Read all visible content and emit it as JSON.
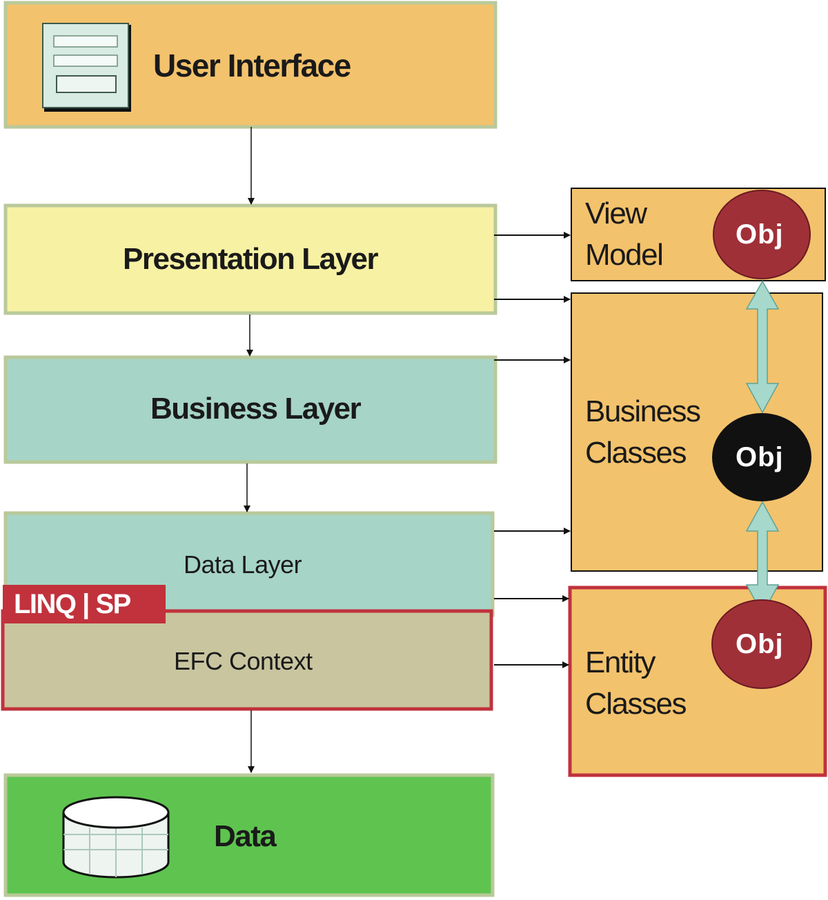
{
  "layers": {
    "user_interface": "User Interface",
    "presentation": "Presentation Layer",
    "business": "Business Layer",
    "data_layer": "Data Layer",
    "linq_sp": "LINQ | SP",
    "efc_context": "EFC Context",
    "data": "Data"
  },
  "side": {
    "view_model_line1": "View",
    "view_model_line2": "Model",
    "business_classes_line1": "Business",
    "business_classes_line2": "Classes",
    "entity_classes_line1": "Entity",
    "entity_classes_line2": "Classes"
  },
  "obj_label": "Obj",
  "colors": {
    "orange": "#f3c26c",
    "yellow": "#f7f1a3",
    "teal": "#a6d4c6",
    "tan": "#c9c59f",
    "green": "#5ec44f",
    "red_border": "#c1323c",
    "obj_red": "#a03038",
    "obj_black": "#111111",
    "double_arrow": "#a6d8cc"
  }
}
